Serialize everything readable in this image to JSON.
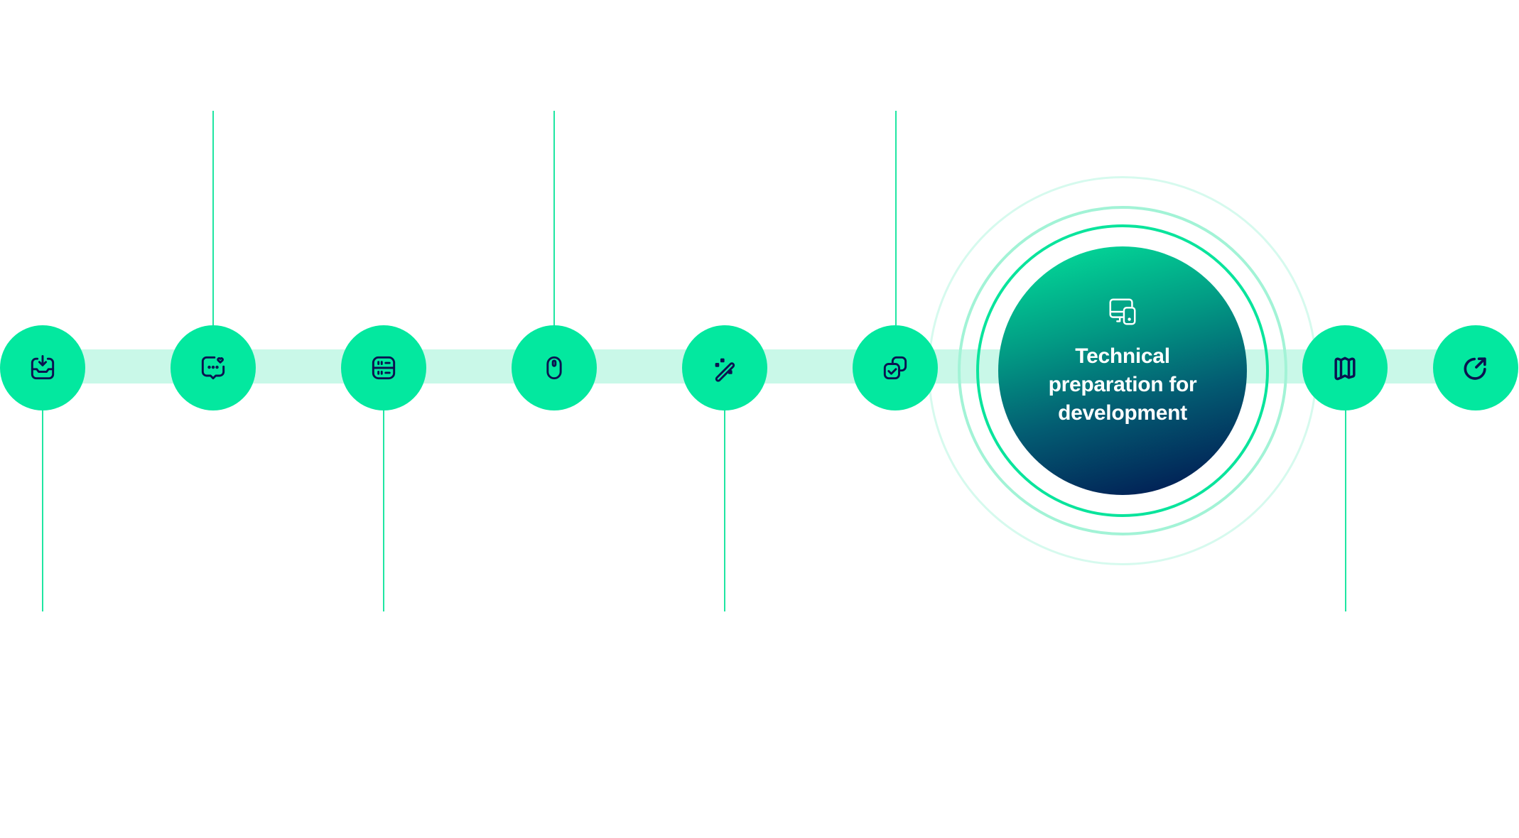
{
  "diagram": {
    "type": "process-timeline",
    "colors": {
      "node_fill": "#03e89f",
      "band": "#c9f8e8",
      "connector": "#1fe6a2",
      "icon_stroke": "#0b1250",
      "hero_gradient_top": "#03e39b",
      "hero_gradient_bottom": "#02124f",
      "hero_text": "#ffffff"
    },
    "steps": [
      {
        "id": 1,
        "icon": "inbox-download-icon",
        "connector": "down",
        "active": false
      },
      {
        "id": 2,
        "icon": "chat-heart-icon",
        "connector": "up",
        "active": false
      },
      {
        "id": 3,
        "icon": "server-icon",
        "connector": "down",
        "active": false
      },
      {
        "id": 4,
        "icon": "mouse-icon",
        "connector": "up",
        "active": false
      },
      {
        "id": 5,
        "icon": "magic-wand-icon",
        "connector": "down",
        "active": false
      },
      {
        "id": 6,
        "icon": "copy-check-icon",
        "connector": "up",
        "active": false
      },
      {
        "id": 7,
        "icon": "devices-icon",
        "connector": "none",
        "active": true,
        "title": "Technical preparation for development"
      },
      {
        "id": 8,
        "icon": "map-icon",
        "connector": "down",
        "active": false
      },
      {
        "id": 9,
        "icon": "share-arrow-icon",
        "connector": "none",
        "active": false
      }
    ],
    "active_step": {
      "title": "Technical preparation for development"
    }
  }
}
